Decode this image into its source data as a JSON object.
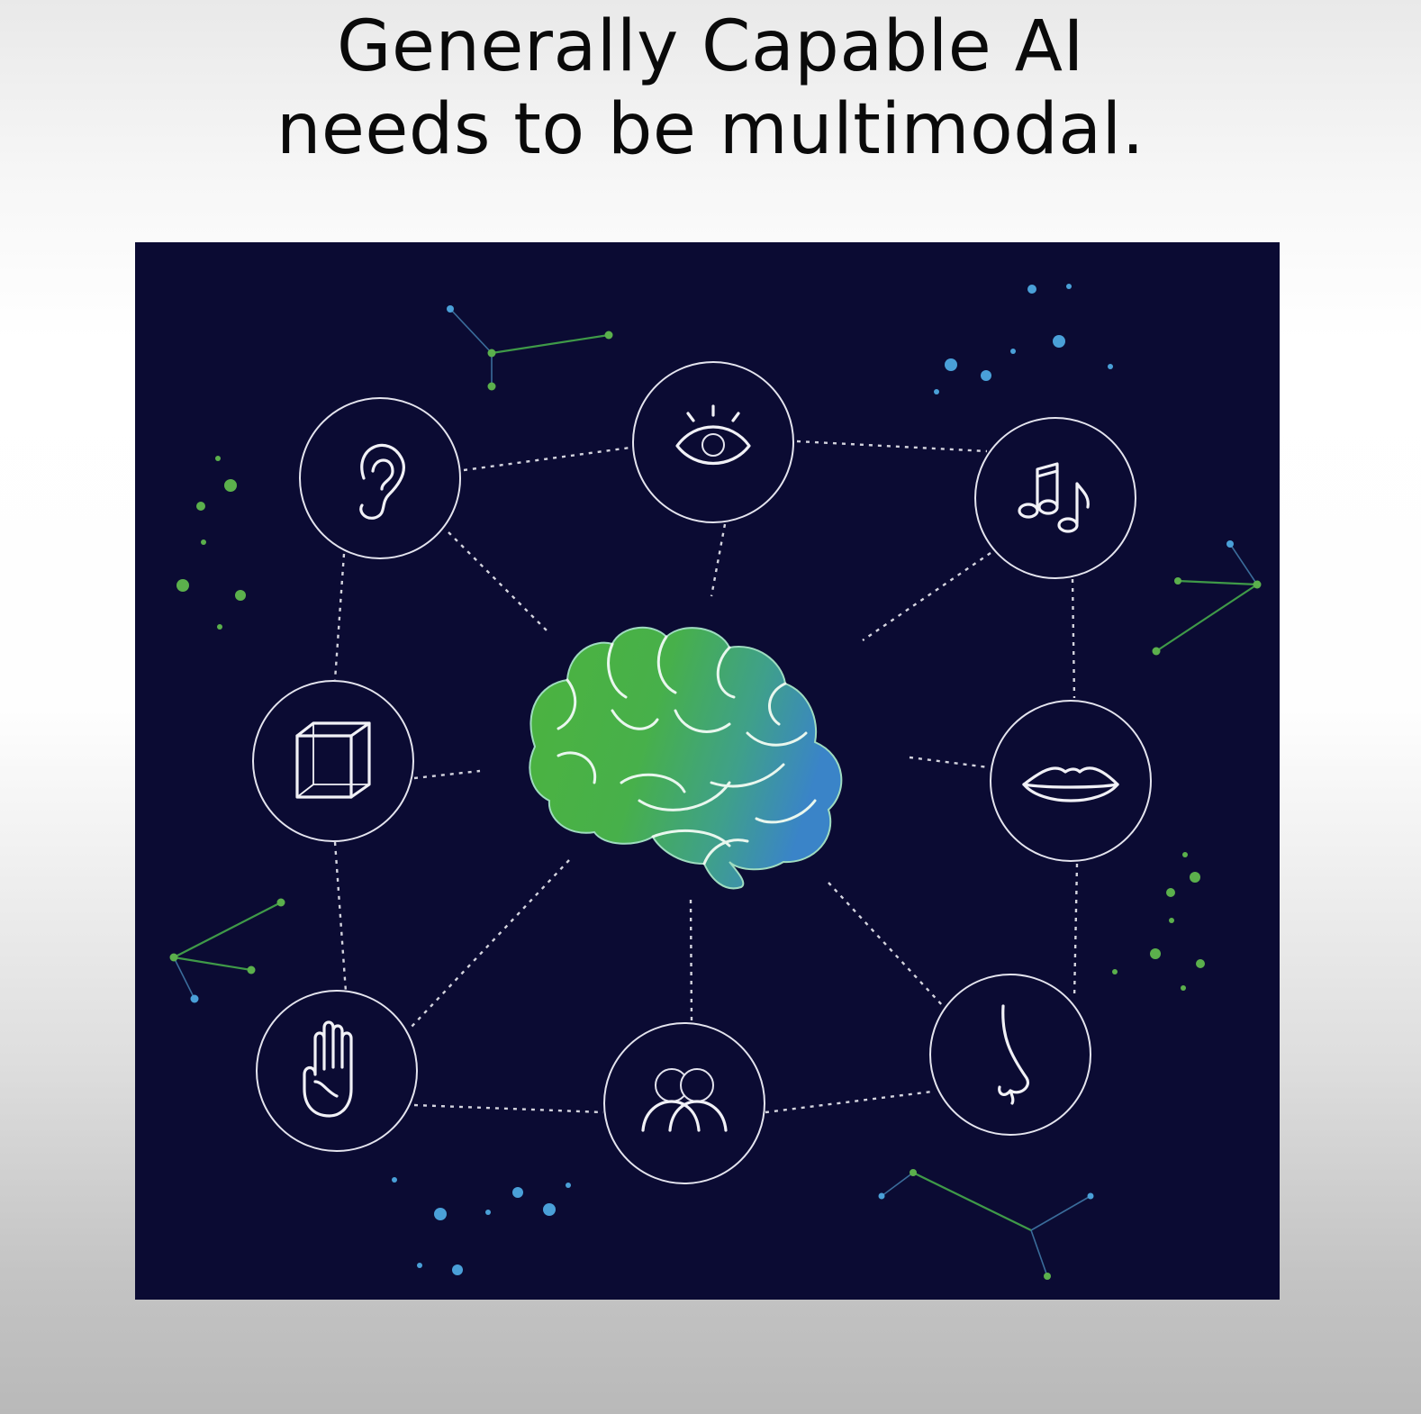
{
  "title": {
    "line1": "Generally Capable AI",
    "line2": "needs to be multimodal."
  },
  "diagram": {
    "center": "brain-icon",
    "modalities": [
      {
        "id": "hearing",
        "icon": "ear-icon"
      },
      {
        "id": "vision",
        "icon": "eye-icon"
      },
      {
        "id": "music",
        "icon": "music-notes-icon"
      },
      {
        "id": "3d",
        "icon": "cube-icon"
      },
      {
        "id": "speech",
        "icon": "lips-icon"
      },
      {
        "id": "touch",
        "icon": "hand-icon"
      },
      {
        "id": "social",
        "icon": "people-icon"
      },
      {
        "id": "smell",
        "icon": "nose-icon"
      }
    ],
    "colors": {
      "panel_background": "#0b0b33",
      "brain_gradient_start": "#4cb33f",
      "brain_gradient_end": "#3a84c8",
      "outline": "#e4e4ee",
      "constellation_green": "#5bb04c",
      "constellation_blue": "#4aa0d8"
    }
  }
}
